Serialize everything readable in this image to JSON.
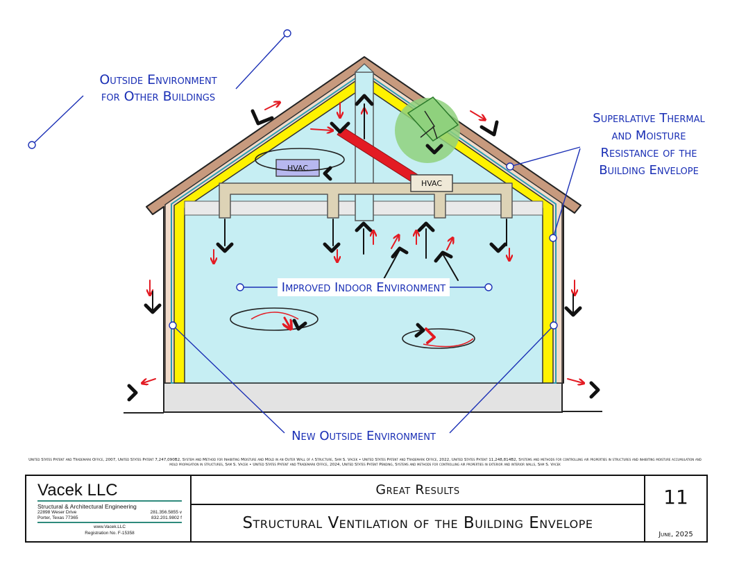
{
  "callouts": {
    "outside_other_line1": "Outside Environment",
    "outside_other_line2": "for Other Buildings",
    "superlative_line1": "Superlative  Thermal",
    "superlative_line2": "and Moisture",
    "superlative_line3": "Resistance of the",
    "superlative_line4": "Building Envelope",
    "improved_indoor": "Improved Indoor Environment",
    "new_outside": "New Outside Environment"
  },
  "hvac": {
    "unit_left_label": "HVAC",
    "unit_right_label": "HVAC"
  },
  "patent_text": "United States Patent and Trademark Office, 2007, United States Patent 7,247,090B2, System and Method for Inhibiting Moisture and Mold in an Outer Wall of a Structure, Sam S. Vacek • United States Patent and Trademark Office, 2022, United States Patent 11,248,814B2, Systems and methods for controlling air properties in structures and inhibiting moisture accumulation and mold propagation in structures, Sam S. Vacek • United States Patent and Trademark Office, 2024, United States Patent Pending, Systems and methods for controlling air properties in exterior and interior walls, Sam S. Vacek",
  "title_block": {
    "company_name": "Vacek LLC",
    "company_tagline": "Structural & Architectural Engineering",
    "address_line1": "22898 Weser Drive",
    "phone_line1": "281.356.5855  v",
    "address_line2": "Porter, Texas  77365",
    "phone_line2": "832.201.9802  f",
    "website": "www.Vacek.LLC",
    "registration": "Registration No. F-15358",
    "subtitle": "Great Results",
    "title": "Structural Ventilation of the Building Envelope",
    "sheet_number": "11",
    "date": "June, 2025"
  },
  "colors": {
    "callout_blue": "#1a2fb5",
    "interior_fill": "#c6eef3",
    "insulation_yellow": "#fff200",
    "wall_tan": "#f2dccb",
    "siding_brown": "#c79a7e",
    "duct_tan": "#ddd3b6",
    "vent_red": "#e31b23",
    "fan_green": "#8fd17d",
    "hvac_purple": "#b7b8ef"
  }
}
